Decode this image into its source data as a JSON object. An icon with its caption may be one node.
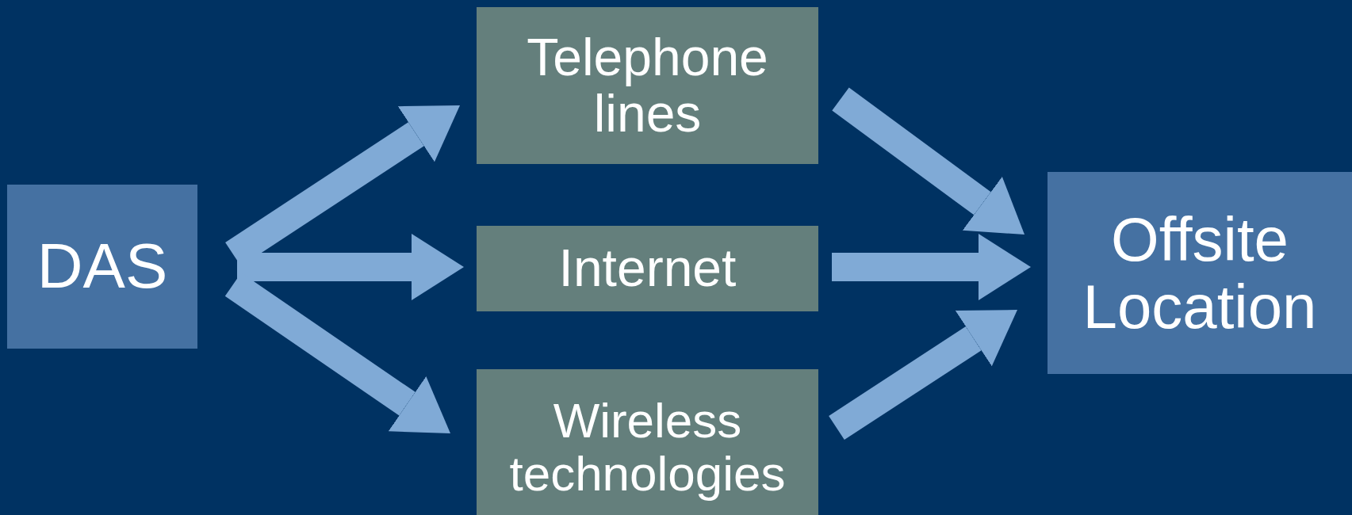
{
  "diagram": {
    "nodes": [
      {
        "text": [
          "DAS"
        ]
      },
      {
        "text": [
          "Telephone lines"
        ]
      },
      {
        "text": [
          "Internet"
        ]
      },
      {
        "text": [
          "Wireless technologies"
        ]
      },
      {
        "text": [
          "Offsite Location"
        ]
      }
    ],
    "edges": [
      {
        "from": 0,
        "to": 1,
        "arrow": "to"
      },
      {
        "from": 0,
        "to": 2,
        "arrow": "to"
      },
      {
        "from": 0,
        "to": 3,
        "arrow": "to"
      },
      {
        "from": 1,
        "to": 4,
        "arrow": "to"
      },
      {
        "from": 2,
        "to": 4,
        "arrow": "to"
      },
      {
        "from": 3,
        "to": 4,
        "arrow": "to"
      }
    ]
  }
}
